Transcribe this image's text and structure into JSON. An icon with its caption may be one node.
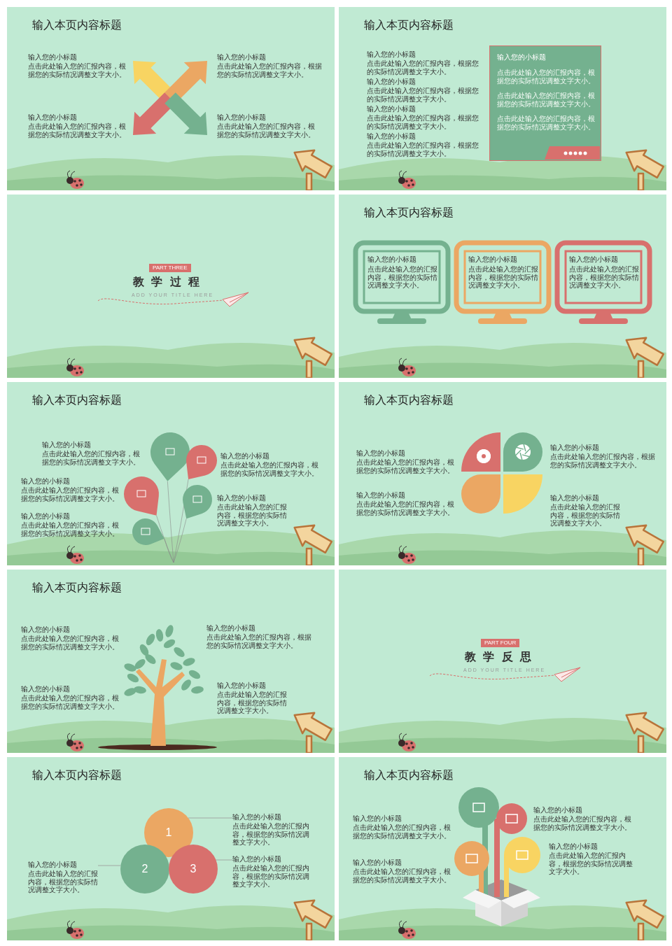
{
  "diagram": {
    "nodes": [
      {
        "text": [
          "输入本页内容标题"
        ]
      },
      {
        "text": [
          "输入本页内容标题"
        ]
      },
      {
        "text": [
          "输入您的小标题",
          "点击此处输入您的汇报内容，根据您的实际情况调整文字大小。",
          "点击此处输入您的汇报内容，根据您的实际情况调整文字大小。",
          "点击此处输入您的汇报内容，根据您的实际情况调整文字大小。"
        ],
        "in": 1
      },
      {
        "text": [],
        "shape": "box"
      },
      {
        "text": [
          "PART THREE"
        ],
        "in": 3
      },
      {
        "text": [
          "输入本页内容标题"
        ]
      },
      {
        "text": [
          "输入您的小标题",
          "点击此处输入您的汇报内容，根据您的实际情况调整文字大小。"
        ],
        "in": 5
      },
      {
        "text": [
          "输入您的小标题",
          "点击此处输入您的汇报内容，根据您的实际情况调整文字大小。"
        ],
        "in": 5
      },
      {
        "text": [
          "输入您的小标题",
          "点击此处输入您的汇报内容，根据您的实际情况调整文字大小。"
        ],
        "in": 5
      },
      {
        "text": [
          "输入本页内容标题"
        ]
      },
      {
        "text": [
          "输入本页内容标题"
        ]
      },
      {
        "text": [
          "输入本页内容标题"
        ]
      },
      {
        "text": [],
        "shape": "box"
      },
      {
        "text": [
          "PART FOUR"
        ],
        "in": 12
      },
      {
        "text": [
          "输入本页内容标题"
        ]
      },
      {
        "text": [
          "1"
        ],
        "in": 14
      },
      {
        "text": [
          "2"
        ],
        "in": 14
      },
      {
        "text": [
          "3"
        ],
        "in": 14
      },
      {
        "text": [
          "输入您的小标题",
          "点击此处输入您的汇报内容，根据您的实际情况调整文字大小。"
        ],
        "in": 14
      },
      {
        "text": [
          "输入您的小标题",
          "点击此处输入您的汇报内容，根据您的实际情况调整文字大小。"
        ],
        "in": 14
      },
      {
        "text": [
          "输入您的小标题",
          "点击此处输入您的汇报内容，根据您的实际情况调整文字大小。"
        ],
        "in": 14
      },
      {
        "text": [
          "输入本页内容标题"
        ]
      }
    ],
    "edges": [
      {
        "from": 15,
        "to": 18,
        "arrow": "none"
      },
      {
        "from": 17,
        "to": 19,
        "arrow": "none"
      },
      {
        "from": 16,
        "to": 20,
        "arrow": "none"
      }
    ],
    "labels": [
      "输入您的小标题",
      "点击此处输入您的汇报内容，根据您的实际情况调整文字大小。",
      "输入您的小标题",
      "点击此处输入您的汇报内容，根据您的实际情况调整文字大小。",
      "输入您的小标题",
      "点击此处输入您的汇报内容，根据您的实际情况调整文字大小。",
      "输入您的小标题",
      "点击此处输入您的汇报内容，根据您的实际情况调整文字大小。",
      "输入您的小标题",
      "点击此处输入您的汇报内容，根据您的实际情况调整文字大小。",
      "输入您的小标题",
      "点击此处输入您的汇报内容，根据您的实际情况调整文字大小。",
      "输入您的小标题",
      "点击此处输入您的汇报内容，根据您的实际情况调整文字大小。",
      "输入您的小标题",
      "点击此处输入您的汇报内容，根据您的实际情况调整文字大小。",
      "教 学 过 程",
      "ADD YOUR TITLE HERE",
      "输入您的小标题",
      "点击此处输入您的汇报内容，根据您的实际情况调整文字大小。",
      "输入您的小标题",
      "点击此处输入您的汇报内容，根据您的实际情况调整文字大小。",
      "输入您的小标题",
      "点击此处输入您的汇报内容，根据您的实际情况调整文字大小。",
      "输入您的小标题",
      "点击此处输入您的汇报内容，根据您的实际情况调整文字大小。",
      "输入您的小标题",
      "点击此处输入您的汇报内容，根据您的实际情况调整文字大小。",
      "输入您的小标题",
      "点击此处输入您的汇报内容，根据您的实际情况调整文字大小。",
      "输入您的小标题",
      "点击此处输入您的汇报内容，根据您的实际情况调整文字大小。",
      "输入您的小标题",
      "点击此处输入您的汇报内容，根据您的实际情况调整文字大小。",
      "输入您的小标题",
      "点击此处输入您的汇报内容，根据您的实际情况调整文字大小。",
      "输入您的小标题",
      "点击此处输入您的汇报内容，根据您的实际情况调整文字大小。",
      "输入您的小标题",
      "点击此处输入您的汇报内容，根据您的实际情况调整文字大小。",
      "输入您的小标题",
      "点击此处输入您的汇报内容，根据您的实际情况调整文字大小。",
      "输入您的小标题",
      "点击此处输入您的汇报内容，根据您的实际情况调整文字大小。",
      "教 学 反 思",
      "ADD YOUR TITLE HERE",
      "输入您的小标题",
      "点击此处输入您的汇报内容，根据您的实际情况调整文字大小。",
      "输入您的小标题",
      "点击此处输入您的汇报内容，根据您的实际情况调整文字大小。",
      "输入您的小标题",
      "点击此处输入您的汇报内容，根据您的实际情况调整文字大小。",
      "输入您的小标题",
      "点击此处输入您的汇报内容，根据您的实际情况调整文字大小。"
    ]
  }
}
